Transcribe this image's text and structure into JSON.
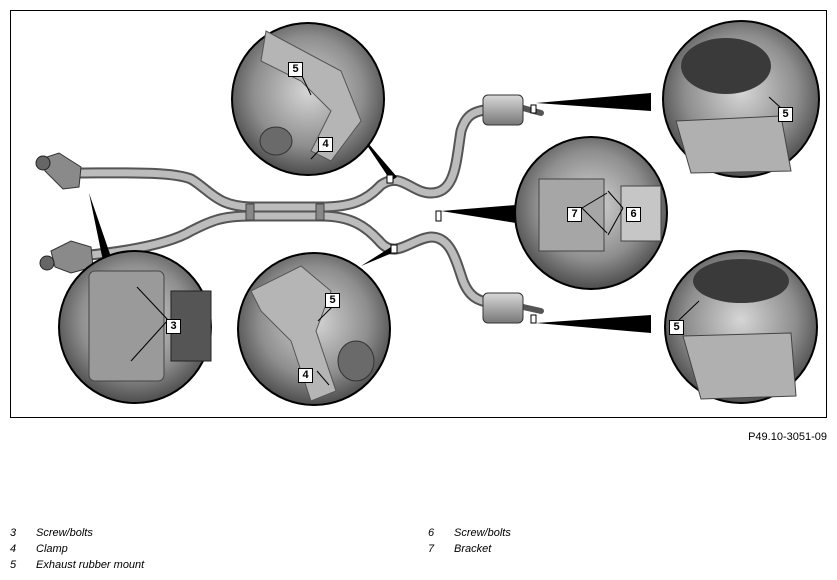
{
  "figure_ref": "P49.10-3051-09",
  "callouts": {
    "c3": "3",
    "c4a": "4",
    "c4b": "4",
    "c5a": "5",
    "c5b": "5",
    "c5c": "5",
    "c5d": "5",
    "c6": "6",
    "c7": "7"
  },
  "legend": [
    {
      "num": "3",
      "text": "Screw/bolts"
    },
    {
      "num": "4",
      "text": "Clamp"
    },
    {
      "num": "5",
      "text": "Exhaust rubber mount"
    },
    {
      "num": "6",
      "text": "Screw/bolts"
    },
    {
      "num": "7",
      "text": "Bracket"
    }
  ]
}
